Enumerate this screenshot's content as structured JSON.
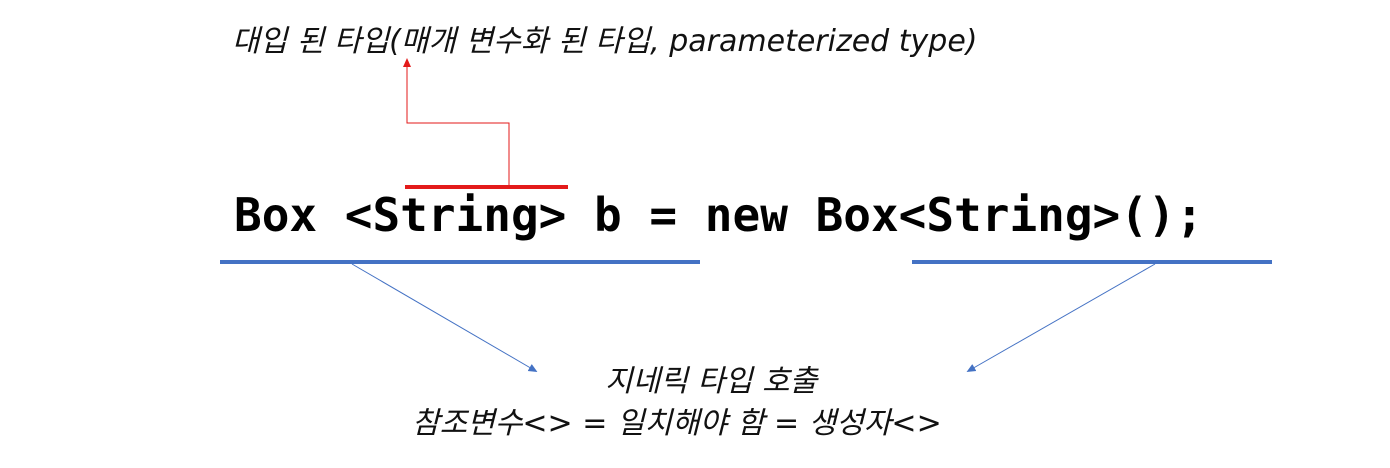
{
  "labels": {
    "parameterized_type": "대입 된 타입(매개 변수화 된 타입, parameterized type)",
    "code": "Box <String> b = new Box<String>();",
    "generic_call": "지네릭 타입 호출",
    "rule": "참조변수<> = 일치해야 함 = 생성자<>"
  },
  "colors": {
    "highlight": "#e31a1a",
    "underline": "#4472c4",
    "text": "#000000"
  }
}
